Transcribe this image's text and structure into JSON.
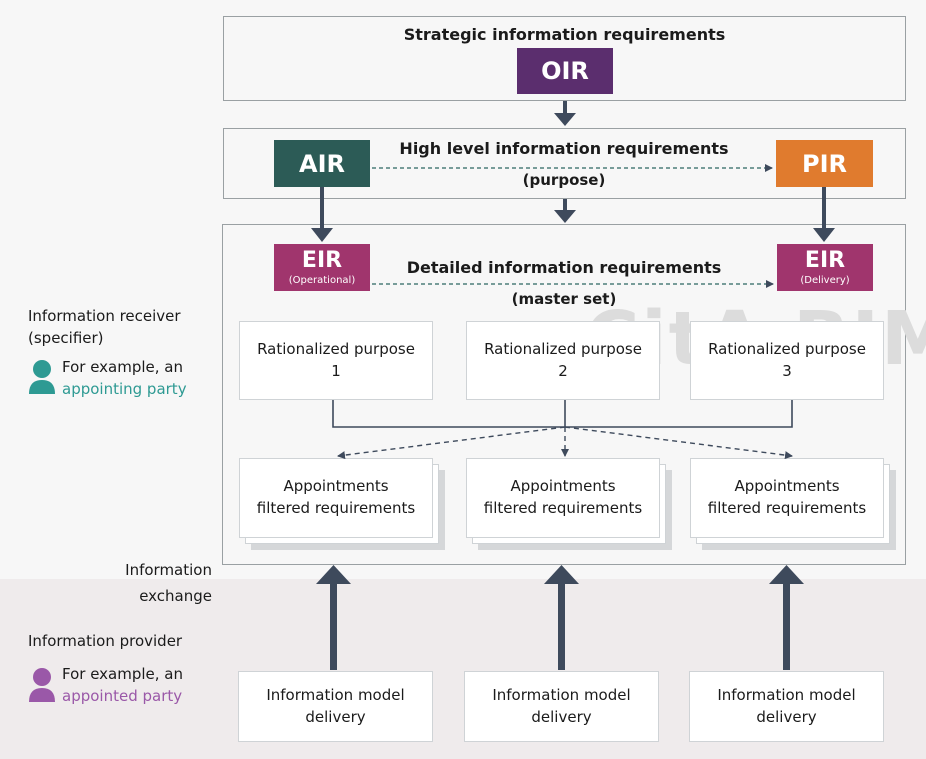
{
  "watermark": "CitA BIM",
  "strategic": {
    "title": "Strategic information requirements",
    "tag": "OIR"
  },
  "high_level": {
    "title": "High level information requirements",
    "subtitle": "(purpose)",
    "left_tag": "AIR",
    "right_tag": "PIR"
  },
  "detailed": {
    "title": "Detailed information requirements",
    "subtitle": "(master set)",
    "left_tag": {
      "label": "EIR",
      "sub": "(Operational)"
    },
    "right_tag": {
      "label": "EIR",
      "sub": "(Delivery)"
    }
  },
  "purposes": [
    {
      "line1": "Rationalized purpose",
      "line2": "1"
    },
    {
      "line1": "Rationalized purpose",
      "line2": "2"
    },
    {
      "line1": "Rationalized purpose",
      "line2": "3"
    }
  ],
  "appointments": [
    {
      "line1": "Appointments",
      "line2": "filtered requirements"
    },
    {
      "line1": "Appointments",
      "line2": "filtered requirements"
    },
    {
      "line1": "Appointments",
      "line2": "filtered requirements"
    }
  ],
  "deliveries": [
    {
      "line1": "Information model",
      "line2": "delivery"
    },
    {
      "line1": "Information model",
      "line2": "delivery"
    },
    {
      "line1": "Information model",
      "line2": "delivery"
    }
  ],
  "receiver": {
    "title_line1": "Information receiver",
    "title_line2": "(specifier)",
    "example_line1": "For example, an",
    "example_line2": "appointing party",
    "color": "#2e9a93"
  },
  "exchange": {
    "line1": "Information",
    "line2": "exchange"
  },
  "provider": {
    "title": "Information provider",
    "example_line1": "For example, an",
    "example_line2": "appointed party",
    "color": "#9a58a8"
  }
}
